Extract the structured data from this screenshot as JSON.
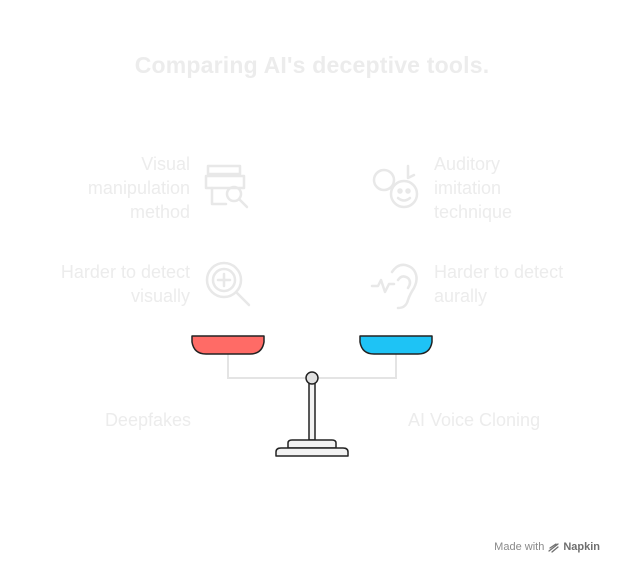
{
  "title": "Comparing AI's deceptive tools.",
  "left": {
    "feature1": "Visual manipulation method",
    "feature1_lines": [
      "Visual",
      "manipulation",
      "method"
    ],
    "feature2_lines": [
      "Harder to detect",
      "visually"
    ],
    "label": "Deepfakes",
    "pan_color": "#ff6b66"
  },
  "right": {
    "feature1_lines": [
      "Auditory",
      "imitation",
      "technique"
    ],
    "feature2_lines": [
      "Harder to detect",
      "aurally"
    ],
    "label": "AI Voice Cloning",
    "pan_color": "#1ec3f5"
  },
  "footer": {
    "made_with": "Made with",
    "brand": "Napkin"
  },
  "icons": {
    "left1": "print-search-icon",
    "left2": "zoom-plus-icon",
    "right1": "face-music-icon",
    "right2": "ear-wave-icon"
  }
}
